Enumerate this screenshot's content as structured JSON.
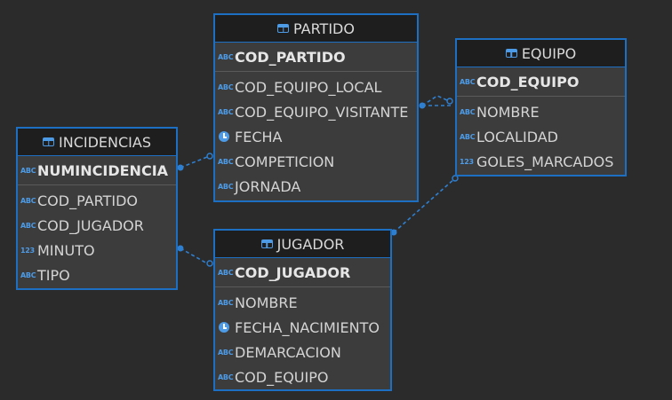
{
  "tables": [
    {
      "name": "PARTIDO",
      "pk": {
        "name": "COD_PARTIDO",
        "type": "ABC"
      },
      "columns": [
        {
          "name": "COD_EQUIPO_LOCAL",
          "type": "ABC"
        },
        {
          "name": "COD_EQUIPO_VISITANTE",
          "type": "ABC"
        },
        {
          "name": "FECHA",
          "type": "clock"
        },
        {
          "name": "COMPETICION",
          "type": "ABC"
        },
        {
          "name": "JORNADA",
          "type": "ABC"
        }
      ]
    },
    {
      "name": "EQUIPO",
      "pk": {
        "name": "COD_EQUIPO",
        "type": "ABC"
      },
      "columns": [
        {
          "name": "NOMBRE",
          "type": "ABC"
        },
        {
          "name": "LOCALIDAD",
          "type": "ABC"
        },
        {
          "name": "GOLES_MARCADOS",
          "type": "123"
        }
      ]
    },
    {
      "name": "INCIDENCIAS",
      "pk": {
        "name": "NUMINCIDENCIA",
        "type": "ABC"
      },
      "columns": [
        {
          "name": "COD_PARTIDO",
          "type": "ABC"
        },
        {
          "name": "COD_JUGADOR",
          "type": "ABC"
        },
        {
          "name": "MINUTO",
          "type": "123"
        },
        {
          "name": "TIPO",
          "type": "ABC"
        }
      ]
    },
    {
      "name": "JUGADOR",
      "pk": {
        "name": "COD_JUGADOR",
        "type": "ABC"
      },
      "columns": [
        {
          "name": "NOMBRE",
          "type": "ABC"
        },
        {
          "name": "FECHA_NACIMIENTO",
          "type": "clock"
        },
        {
          "name": "DEMARCACION",
          "type": "ABC"
        },
        {
          "name": "COD_EQUIPO",
          "type": "ABC"
        }
      ]
    }
  ],
  "colors": {
    "accent": "#1d6fc4",
    "icon": "#4d9be6",
    "background": "#2b2b2b"
  },
  "icons": {
    "table": "table-icon",
    "string": "abc-type-icon",
    "number": "numeric-type-icon",
    "date": "clock-icon"
  }
}
